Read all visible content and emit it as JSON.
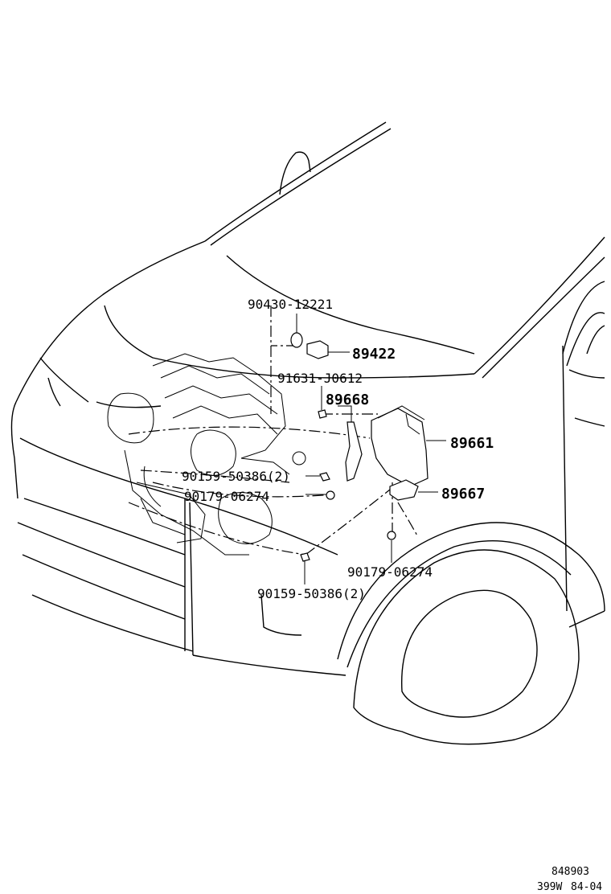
{
  "callouts": {
    "p90430": "90430-12221",
    "p89422": "89422",
    "p91631": "91631-J0612",
    "p89668": "89668",
    "p89661": "89661",
    "p90159_a": "90159-50386(2)",
    "p90179_a": "90179-06274",
    "p89667": "89667",
    "p90179_b": "90179-06274",
    "p90159_b": "90159-50386(2)"
  },
  "footer": {
    "illustration_number": "848903",
    "code": "399W",
    "page": "84-04"
  }
}
